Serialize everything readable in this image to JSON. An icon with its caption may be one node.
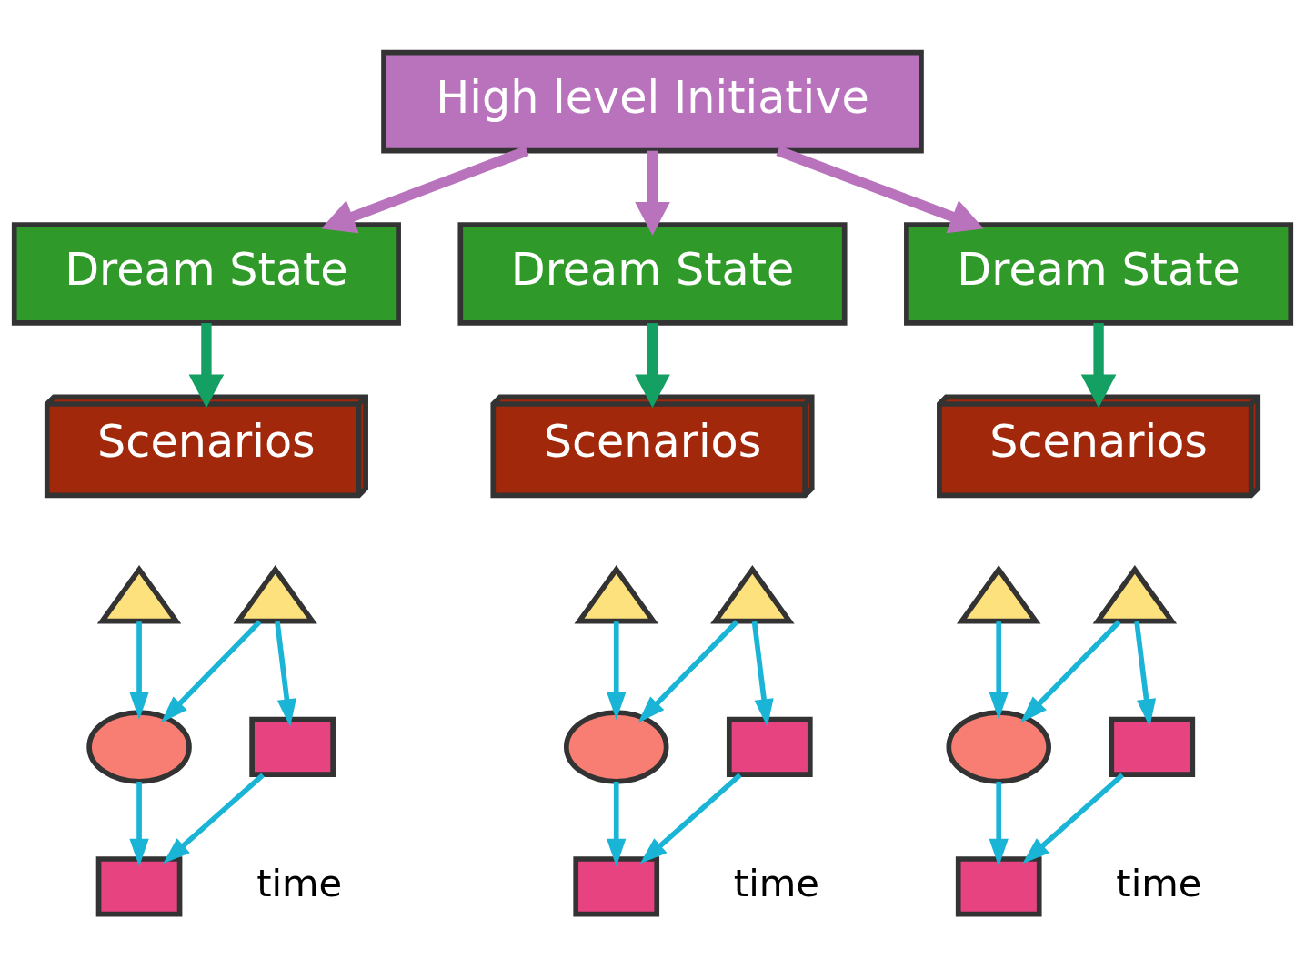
{
  "diagram": {
    "nodes": [
      {
        "text": [
          "High level Initiative"
        ]
      },
      {
        "text": [
          "Dream State"
        ]
      },
      {
        "text": [
          "Dream State"
        ]
      },
      {
        "text": [
          "Dream State"
        ]
      },
      {
        "text": [
          "Scenarios"
        ]
      },
      {
        "text": [
          "Scenarios"
        ]
      },
      {
        "text": [
          "Scenarios"
        ]
      },
      {
        "text": [],
        "shape": "triangle"
      },
      {
        "text": [],
        "shape": "circle"
      },
      {
        "text": [],
        "shape": "box"
      },
      {
        "text": [],
        "shape": "triangle"
      },
      {
        "text": [],
        "shape": "box"
      },
      {
        "text": [],
        "shape": "triangle"
      },
      {
        "text": [],
        "shape": "circle"
      },
      {
        "text": [],
        "shape": "box"
      },
      {
        "text": [],
        "shape": "triangle"
      },
      {
        "text": [],
        "shape": "box"
      },
      {
        "text": [],
        "shape": "triangle"
      },
      {
        "text": [],
        "shape": "circle"
      },
      {
        "text": [],
        "shape": "box"
      },
      {
        "text": [],
        "shape": "triangle"
      },
      {
        "text": [],
        "shape": "box"
      }
    ],
    "edges": [
      {
        "from": 0,
        "to": 1,
        "arrow": "to",
        "style": "thick",
        "color": "#b873bc"
      },
      {
        "from": 0,
        "to": 2,
        "arrow": "to",
        "style": "thick",
        "color": "#b873bc"
      },
      {
        "from": 0,
        "to": 3,
        "arrow": "to",
        "style": "thick",
        "color": "#b873bc"
      },
      {
        "from": 1,
        "to": 4,
        "arrow": "to",
        "style": "thick",
        "color": "#13a062"
      },
      {
        "from": 2,
        "to": 5,
        "arrow": "to",
        "style": "thick",
        "color": "#13a062"
      },
      {
        "from": 3,
        "to": 6,
        "arrow": "to",
        "style": "thick",
        "color": "#13a062"
      },
      {
        "from": 7,
        "to": 8,
        "arrow": "to"
      },
      {
        "from": 8,
        "to": 9,
        "arrow": "to"
      },
      {
        "from": 10,
        "to": 8,
        "arrow": "to"
      },
      {
        "from": 10,
        "to": 11,
        "arrow": "to"
      },
      {
        "from": 11,
        "to": 9,
        "arrow": "to"
      },
      {
        "from": 12,
        "to": 13,
        "arrow": "to"
      },
      {
        "from": 13,
        "to": 14,
        "arrow": "to"
      },
      {
        "from": 15,
        "to": 13,
        "arrow": "to"
      },
      {
        "from": 15,
        "to": 16,
        "arrow": "to"
      },
      {
        "from": 16,
        "to": 14,
        "arrow": "to"
      },
      {
        "from": 17,
        "to": 18,
        "arrow": "to"
      },
      {
        "from": 18,
        "to": 19,
        "arrow": "to"
      },
      {
        "from": 20,
        "to": 18,
        "arrow": "to"
      },
      {
        "from": 20,
        "to": 21,
        "arrow": "to"
      },
      {
        "from": 21,
        "to": 19,
        "arrow": "to"
      }
    ],
    "labels": [
      "time",
      "time",
      "time"
    ]
  }
}
